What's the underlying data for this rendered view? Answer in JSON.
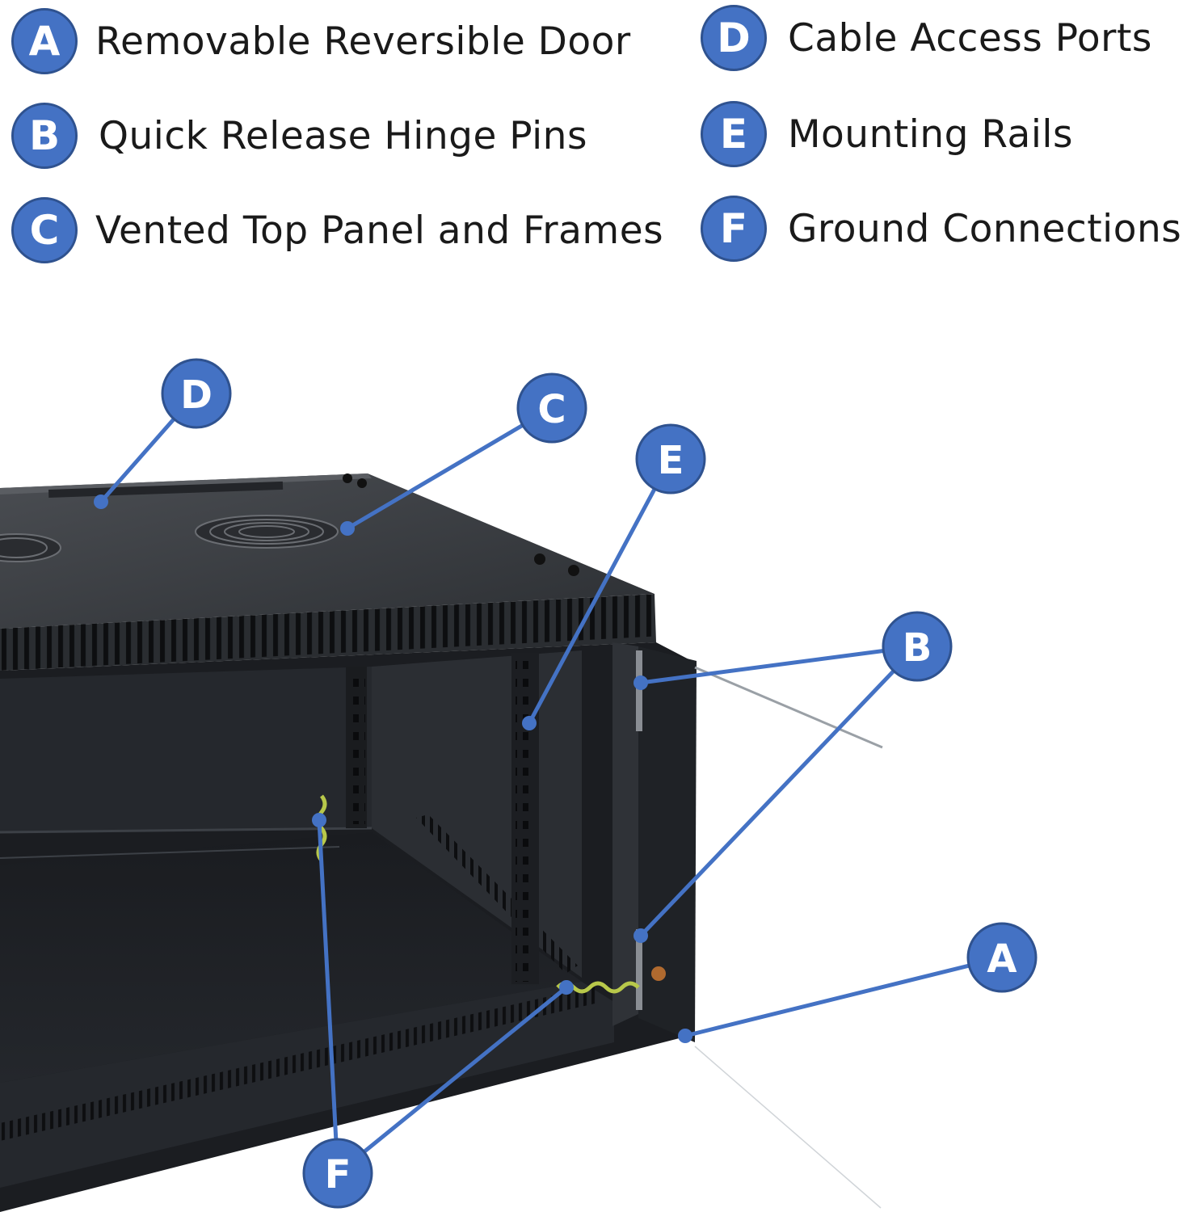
{
  "legend": [
    {
      "letter": "A",
      "label": "Removable Reversible Door"
    },
    {
      "letter": "B",
      "label": "Quick Release Hinge Pins"
    },
    {
      "letter": "C",
      "label": "Vented Top Panel and Frames"
    },
    {
      "letter": "D",
      "label": "Cable Access Ports"
    },
    {
      "letter": "E",
      "label": "Mounting Rails"
    },
    {
      "letter": "F",
      "label": "Ground Connections"
    }
  ],
  "callouts": {
    "a": "A",
    "b": "B",
    "c": "C",
    "d": "D",
    "e": "E",
    "f": "F"
  },
  "colors": {
    "badge_fill": "#4472c4",
    "badge_border": "#2f528f",
    "leader_line": "#4472c4",
    "cabinet_body": "#1e2126",
    "cabinet_top": "#3a3d42"
  }
}
